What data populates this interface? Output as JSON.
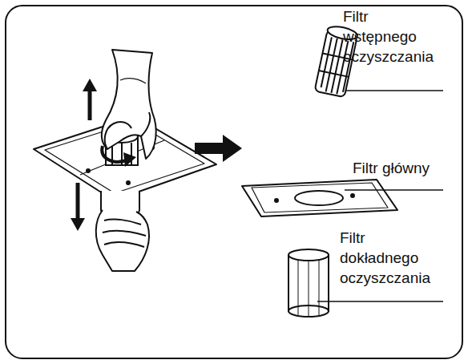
{
  "diagram": {
    "labels": [
      "Filtr wstępnego oczyszczania",
      "Filtr główny",
      "Filtr dokładnego oczyszczania"
    ]
  }
}
